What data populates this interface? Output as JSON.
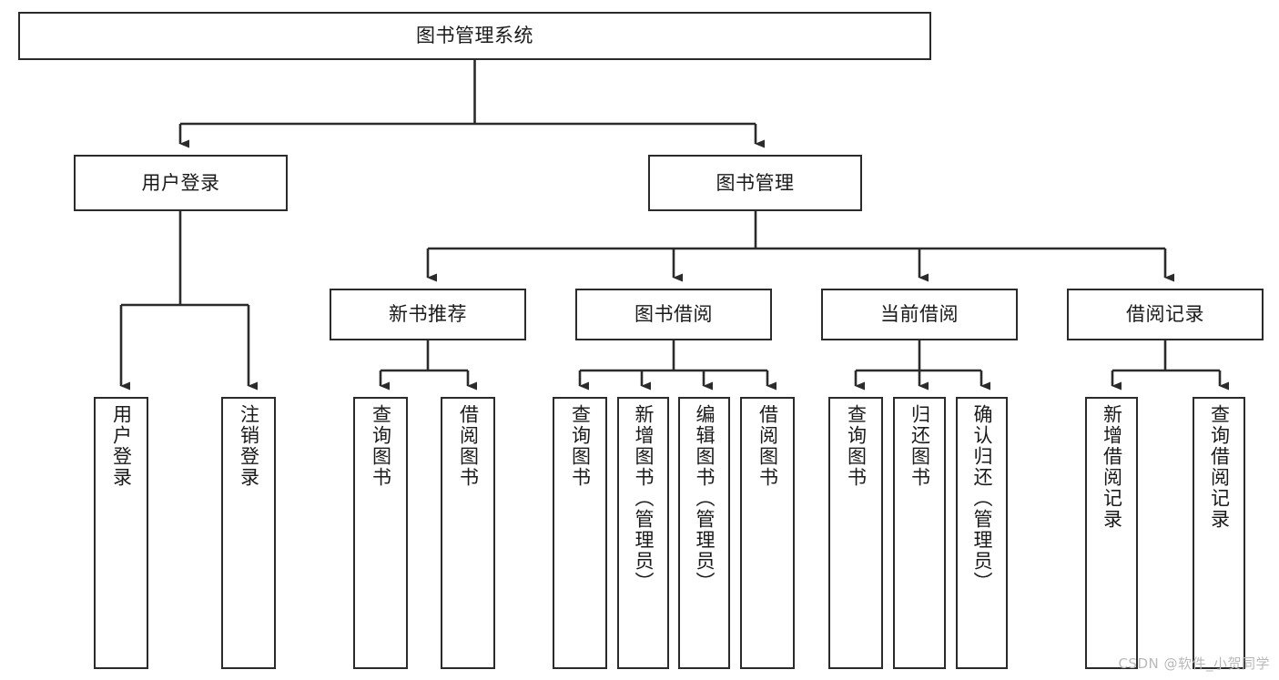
{
  "diagram": {
    "title": "图书管理系统",
    "type": "functional-structure-tree",
    "colors": {
      "box_border": "#2b2b2b",
      "box_fill": "#ffffff",
      "connector": "#2b2b2b",
      "text": "#1a1a1a",
      "watermark": "#b9b9b9",
      "background": "#ffffff"
    },
    "root": {
      "id": "root",
      "label": "图书管理系统",
      "orientation": "horizontal"
    },
    "level2": [
      {
        "id": "user-login",
        "label": "用户登录",
        "orientation": "horizontal"
      },
      {
        "id": "book-manage",
        "label": "图书管理",
        "orientation": "horizontal"
      }
    ],
    "level3": [
      {
        "id": "new-book-recommend",
        "label": "新书推荐",
        "orientation": "horizontal",
        "parent": "book-manage"
      },
      {
        "id": "book-borrow",
        "label": "图书借阅",
        "orientation": "horizontal",
        "parent": "book-manage"
      },
      {
        "id": "current-borrow",
        "label": "当前借阅",
        "orientation": "horizontal",
        "parent": "book-manage"
      },
      {
        "id": "borrow-record",
        "label": "借阅记录",
        "orientation": "horizontal",
        "parent": "book-manage"
      }
    ],
    "leaves": [
      {
        "id": "leaf-user-login",
        "label": "用户登录",
        "orientation": "vertical",
        "parent": "user-login"
      },
      {
        "id": "leaf-user-logout",
        "label": "注销登录",
        "orientation": "vertical",
        "parent": "user-login"
      },
      {
        "id": "leaf-query-book-1",
        "label": "查询图书",
        "orientation": "vertical",
        "parent": "new-book-recommend"
      },
      {
        "id": "leaf-borrow-book-1",
        "label": "借阅图书",
        "orientation": "vertical",
        "parent": "new-book-recommend"
      },
      {
        "id": "leaf-query-book-2",
        "label": "查询图书",
        "orientation": "vertical",
        "parent": "book-borrow"
      },
      {
        "id": "leaf-add-book",
        "label": "新增图书（管理员）",
        "orientation": "vertical",
        "parent": "book-borrow"
      },
      {
        "id": "leaf-edit-book",
        "label": "编辑图书（管理员）",
        "orientation": "vertical",
        "parent": "book-borrow"
      },
      {
        "id": "leaf-borrow-book-2",
        "label": "借阅图书",
        "orientation": "vertical",
        "parent": "book-borrow"
      },
      {
        "id": "leaf-query-book-3",
        "label": "查询图书",
        "orientation": "vertical",
        "parent": "current-borrow"
      },
      {
        "id": "leaf-return-book",
        "label": "归还图书",
        "orientation": "vertical",
        "parent": "current-borrow"
      },
      {
        "id": "leaf-confirm-return",
        "label": "确认归还（管理员）",
        "orientation": "vertical",
        "parent": "current-borrow"
      },
      {
        "id": "leaf-add-record",
        "label": "新增借阅记录",
        "orientation": "vertical",
        "parent": "borrow-record"
      },
      {
        "id": "leaf-query-record",
        "label": "查询借阅记录",
        "orientation": "vertical",
        "parent": "borrow-record"
      }
    ]
  },
  "watermark": {
    "text": "CSDN @软件_小贺同学"
  }
}
